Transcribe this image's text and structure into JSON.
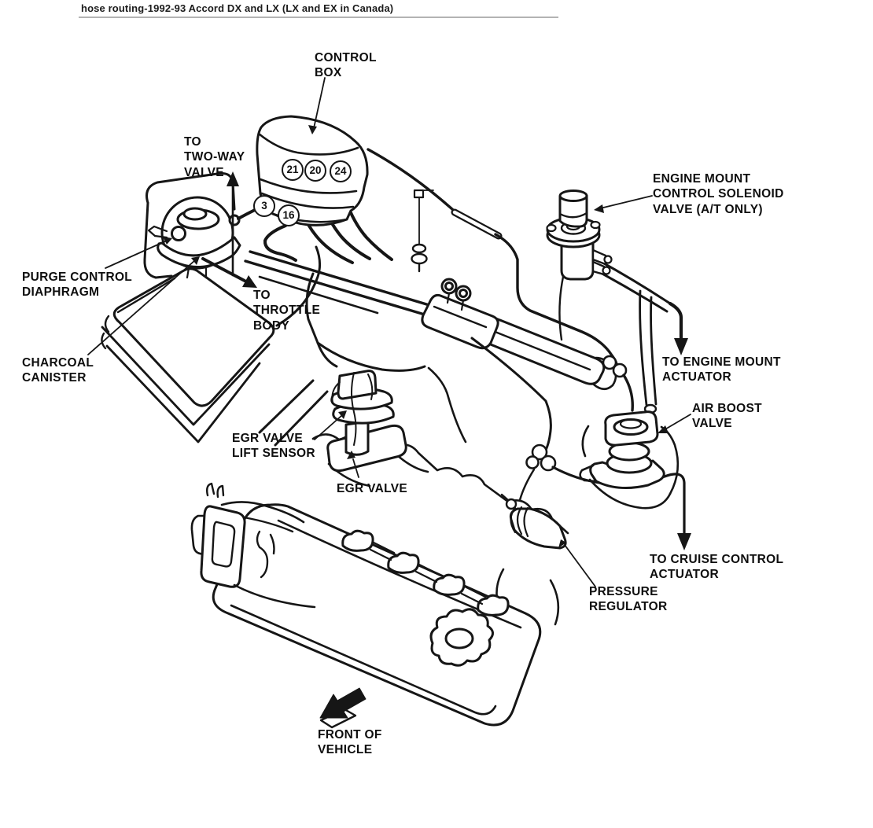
{
  "header": {
    "title": "hose routing-1992-93 Accord DX and LX (LX and EX in Canada)"
  },
  "diagram": {
    "labels": {
      "control_box": "CONTROL\nBOX",
      "to_two_way_valve": "TO\nTWO-WAY\nVALVE",
      "engine_mount_solenoid": "ENGINE MOUNT\nCONTROL SOLENOID\nVALVE (A/T ONLY)",
      "purge_control_diaphragm": "PURGE CONTROL\nDIAPHRAGM",
      "to_throttle_body": "TO\nTHROTTLE\nBODY",
      "charcoal_canister": "CHARCOAL\nCANISTER",
      "egr_valve_lift_sensor": "EGR VALVE\nLIFT SENSOR",
      "egr_valve": "EGR VALVE",
      "to_engine_mount_actuator": "TO ENGINE MOUNT\nACTUATOR",
      "air_boost_valve": "AIR BOOST\nVALVE",
      "to_cruise_control_actuator": "TO CRUISE CONTROL\nACTUATOR",
      "pressure_regulator": "PRESSURE\nREGULATOR",
      "front_of_vehicle": "FRONT OF\nVEHICLE"
    },
    "hose_port_numbers": [
      "21",
      "20",
      "24",
      "3",
      "16"
    ]
  },
  "colors": {
    "ink": "#161616",
    "rule": "#b3b3b3",
    "background": "#ffffff"
  }
}
